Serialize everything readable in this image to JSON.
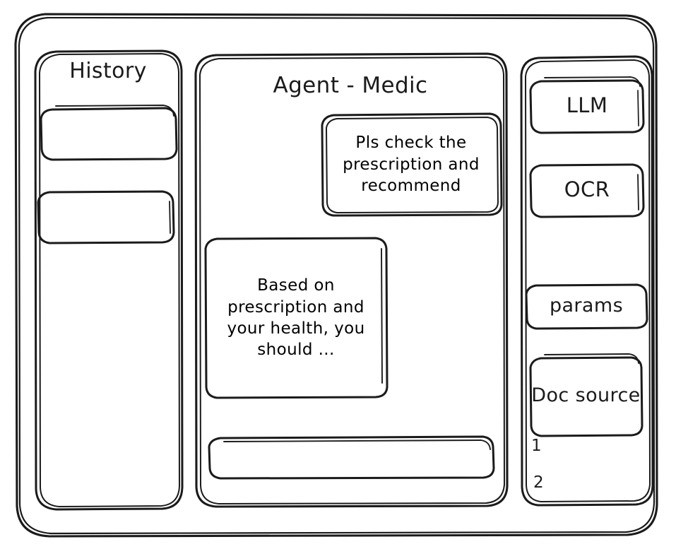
{
  "style": {
    "stroke_color": "#1b1b1b",
    "background_color": "#ffffff",
    "sketch_style": "hand-drawn wireframe"
  },
  "window": {
    "name": "outer-window-frame"
  },
  "sidebar_left": {
    "title": "History",
    "items": [
      {
        "label": "",
        "name": "history-item-1"
      },
      {
        "label": "",
        "name": "history-item-2"
      }
    ]
  },
  "main": {
    "title": "Agent - Medic",
    "messages": [
      {
        "role": "user",
        "text": "Pls check the prescription and recommend",
        "align": "right"
      },
      {
        "role": "agent",
        "text": "Based on prescription and your health, you should ...",
        "align": "left"
      }
    ],
    "composer": {
      "value": "",
      "placeholder": ""
    }
  },
  "sidebar_right": {
    "tools": [
      {
        "label": "LLM",
        "name": "tool-card-llm"
      },
      {
        "label": "OCR",
        "name": "tool-card-ocr"
      },
      {
        "label": "params",
        "name": "tool-card-params"
      },
      {
        "label": "Doc source",
        "name": "tool-card-doc-source"
      }
    ],
    "doc_source": {
      "label": "Doc source",
      "references": [
        "1",
        "2"
      ]
    }
  }
}
